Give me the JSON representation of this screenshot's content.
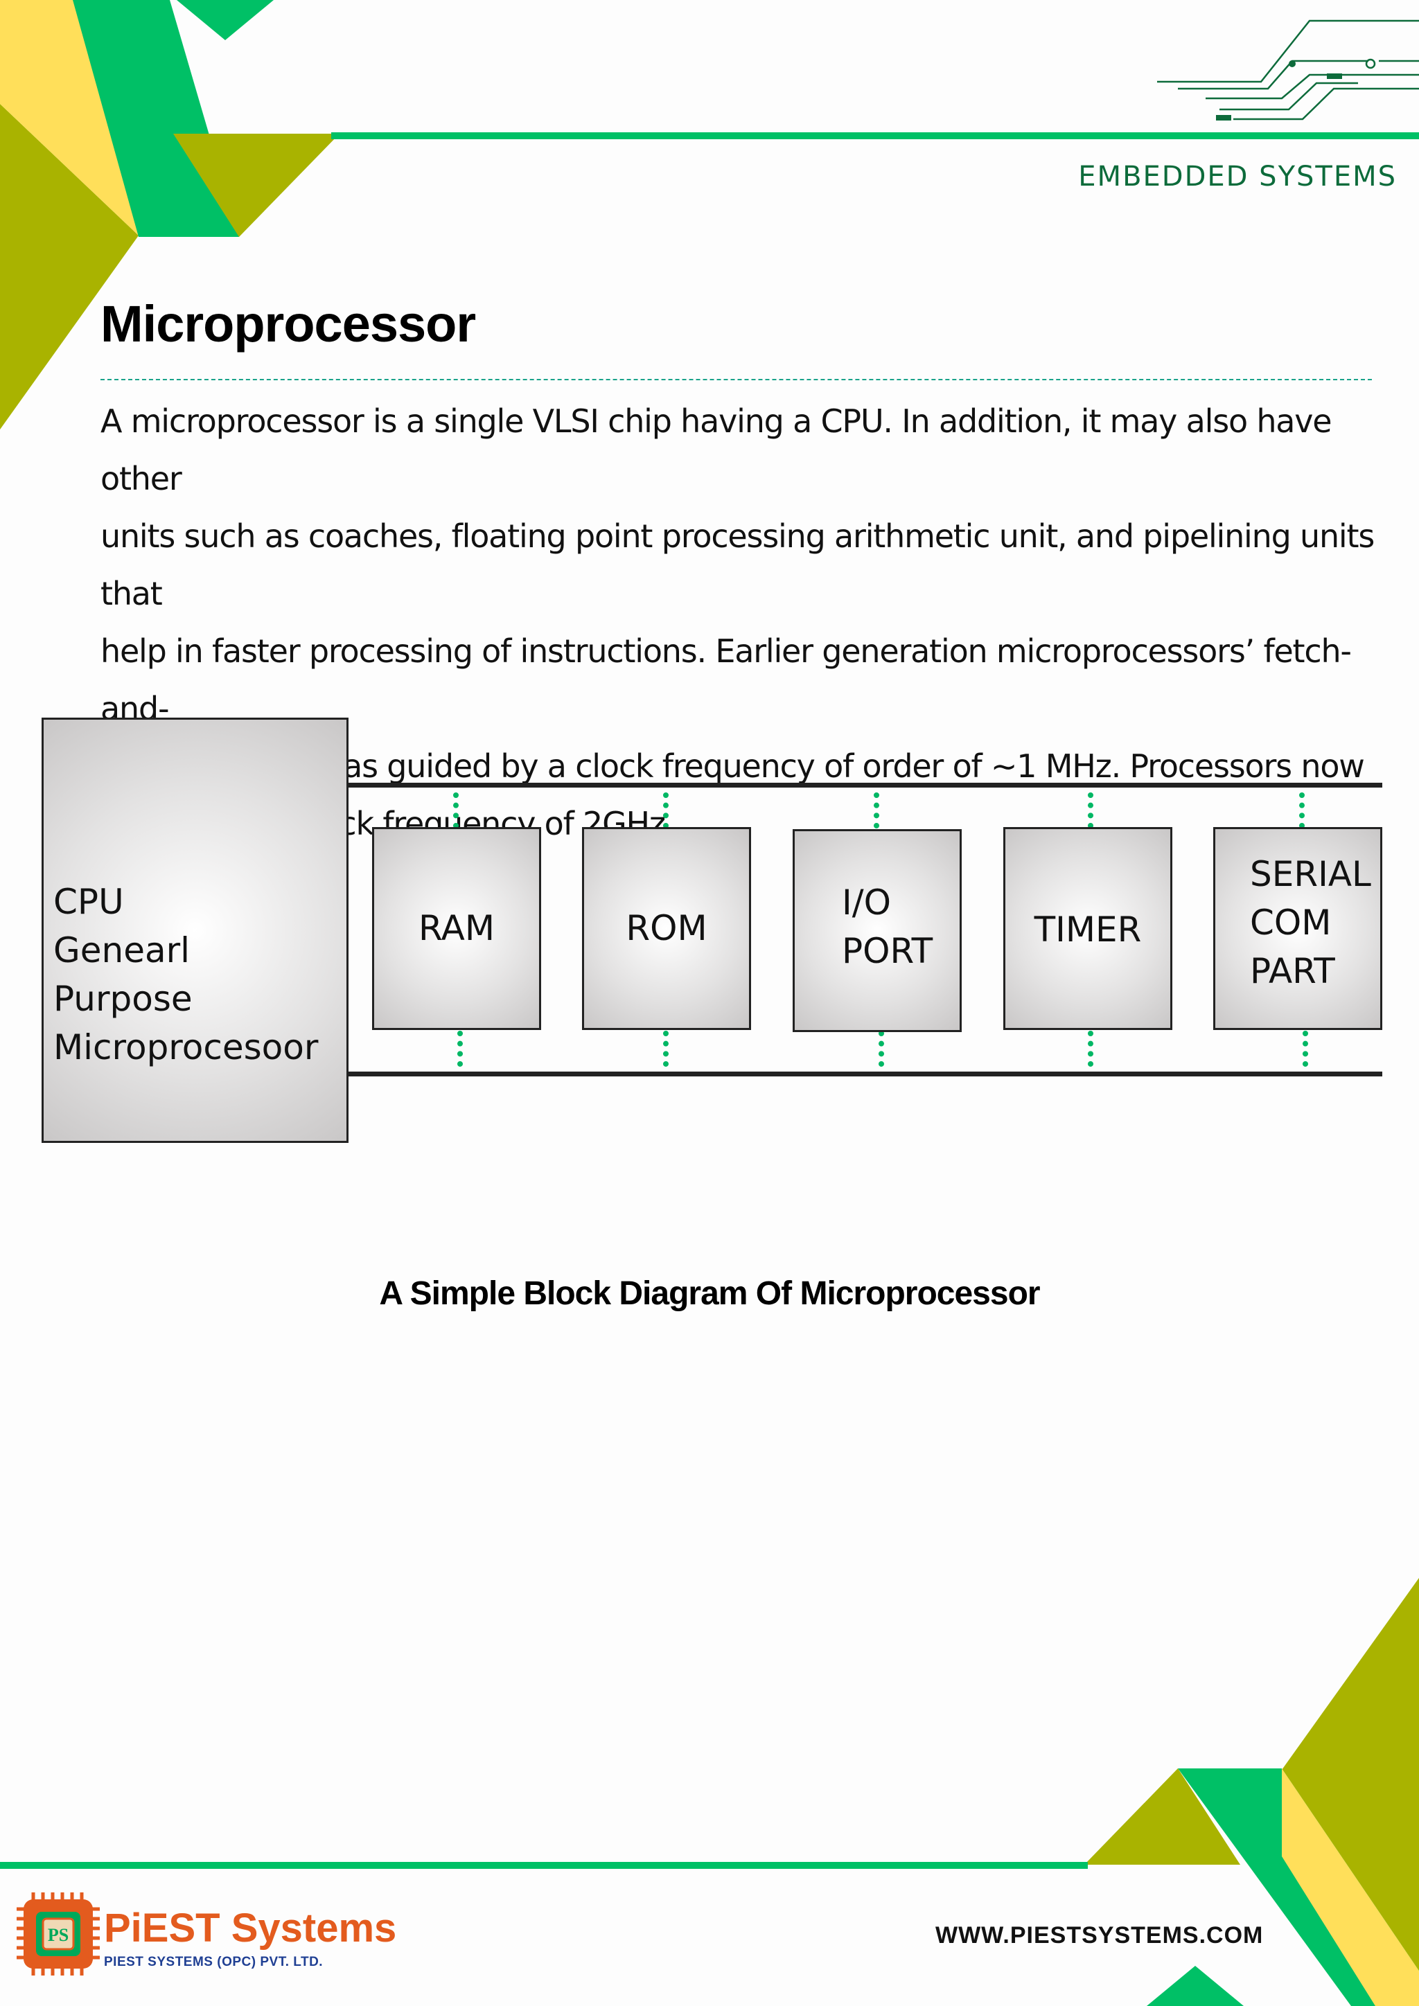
{
  "header": {
    "section_label": "EMBEDDED SYSTEMS"
  },
  "page": {
    "title": "Microprocessor",
    "paragraph_lines": [
      "A microprocessor is a single VLSI chip having a CPU. In addition, it may also have other",
      "units such as coaches, floating point processing arithmetic unit, and pipelining units that",
      "help in faster processing of instructions. Earlier generation microprocessors’ fetch-and-",
      "execute cycle was guided by a clock frequency of order of ~1 MHz. Processors now",
      "operate at a clock frequency of 2GHz"
    ]
  },
  "diagram": {
    "cpu_lines": [
      "CPU",
      "Genearl",
      "Purpose",
      "Microprocesoor"
    ],
    "blocks": [
      {
        "lines": [
          "RAM"
        ]
      },
      {
        "lines": [
          "ROM"
        ]
      },
      {
        "lines": [
          "I/O",
          "PORT"
        ]
      },
      {
        "lines": [
          "TIMER"
        ]
      },
      {
        "lines": [
          "SERIAL",
          "COM",
          "PART"
        ]
      }
    ],
    "caption": "A Simple Block Diagram  Of Microprocessor"
  },
  "footer": {
    "brand_name": "PiEST Systems",
    "brand_sub": "PIEST SYSTEMS (OPC) PVT. LTD.",
    "logo_text": "PS",
    "website": "WWW.PIESTSYSTEMS.COM"
  },
  "colors": {
    "green": "#00c066",
    "olive": "#a9b300",
    "yellow": "#ffdf5a",
    "dark_green_text": "#0d6b3b",
    "brand_orange": "#e35b1e",
    "brand_blue": "#1f3f93"
  }
}
